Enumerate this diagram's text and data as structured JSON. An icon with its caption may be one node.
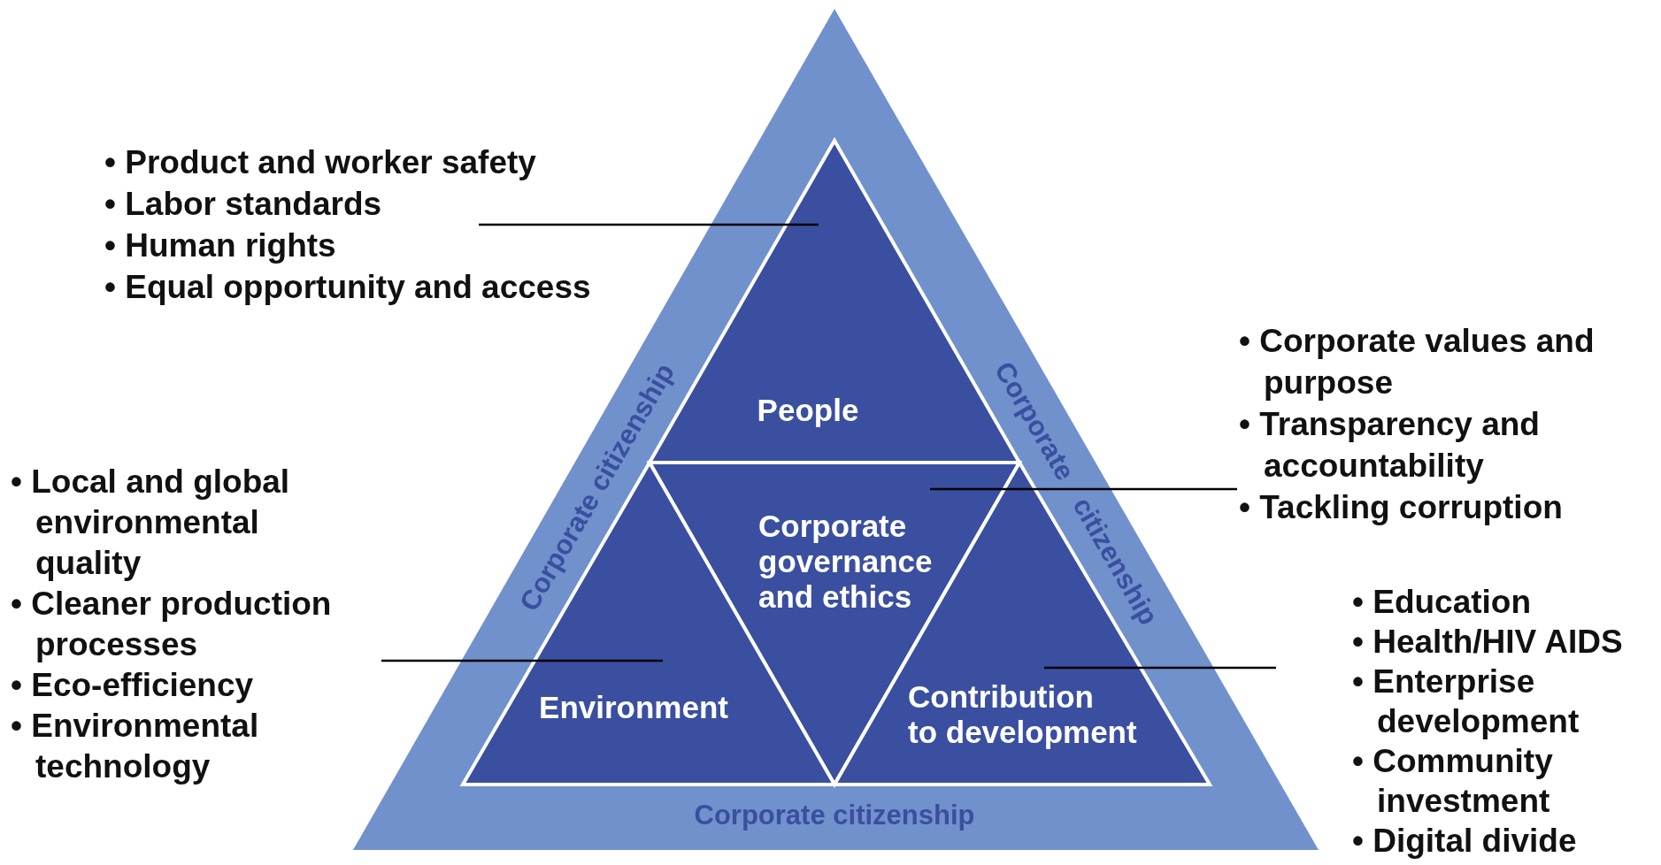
{
  "diagram": {
    "nodes": [
      {
        "text": [
          "Corporate citizenship",
          "Corporate citizenship",
          "Corporate citizenship"
        ]
      },
      {
        "text": [
          "People"
        ],
        "in": 0
      },
      {
        "text": [
          "Corporate governance and ethics"
        ],
        "in": 0
      },
      {
        "text": [
          "Environment"
        ],
        "in": 0
      },
      {
        "text": [
          "Contribution to development"
        ],
        "in": 0
      },
      {
        "text": [
          "• Product and worker safety",
          "• Labor standards",
          "• Human rights",
          "• Equal opportunity and access"
        ]
      },
      {
        "text": [
          "• Corporate values and purpose",
          "• Transparency and accountability",
          "• Tackling corruption"
        ]
      },
      {
        "text": [
          "• Local and global environmental quality",
          "• Cleaner production processes",
          "• Eco-efficiency",
          "• Environmental technology"
        ]
      },
      {
        "text": [
          "• Education",
          "• Health/HIV AIDS",
          "• Enterprise development",
          "• Community investment",
          "• Digital divide"
        ]
      }
    ],
    "edges": [
      {
        "from": 5,
        "to": 1,
        "arrow": "none"
      },
      {
        "from": 6,
        "to": 2,
        "arrow": "none"
      },
      {
        "from": 7,
        "to": 3,
        "arrow": "none"
      },
      {
        "from": 8,
        "to": 4,
        "arrow": "none"
      }
    ]
  }
}
